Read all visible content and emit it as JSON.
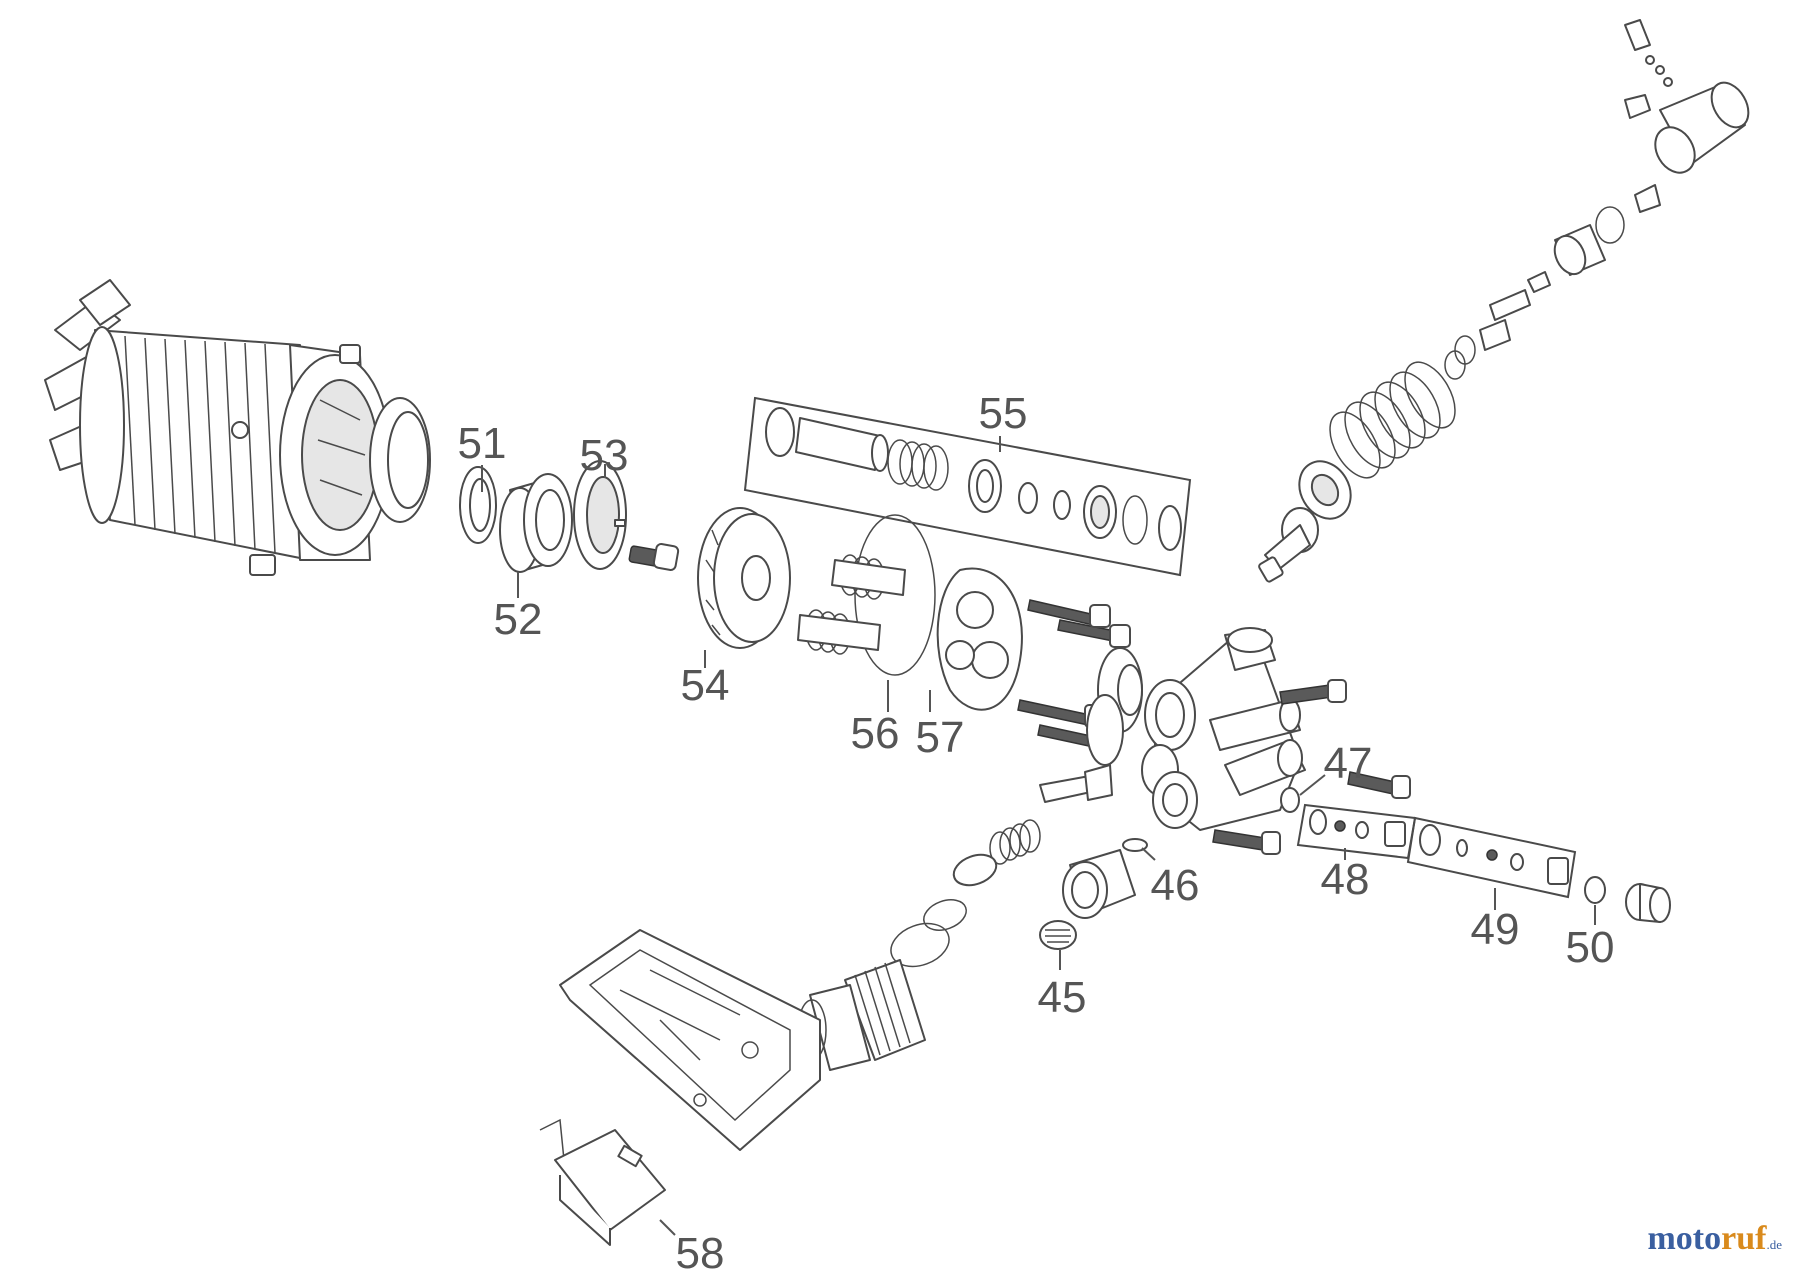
{
  "diagram": {
    "labels": [
      "51",
      "52",
      "53",
      "54",
      "55",
      "56",
      "57",
      "47",
      "48",
      "46",
      "45",
      "49",
      "50",
      "58"
    ]
  },
  "brand": {
    "part1": "moto",
    "part2": "ruf",
    "suffix": ".de"
  }
}
